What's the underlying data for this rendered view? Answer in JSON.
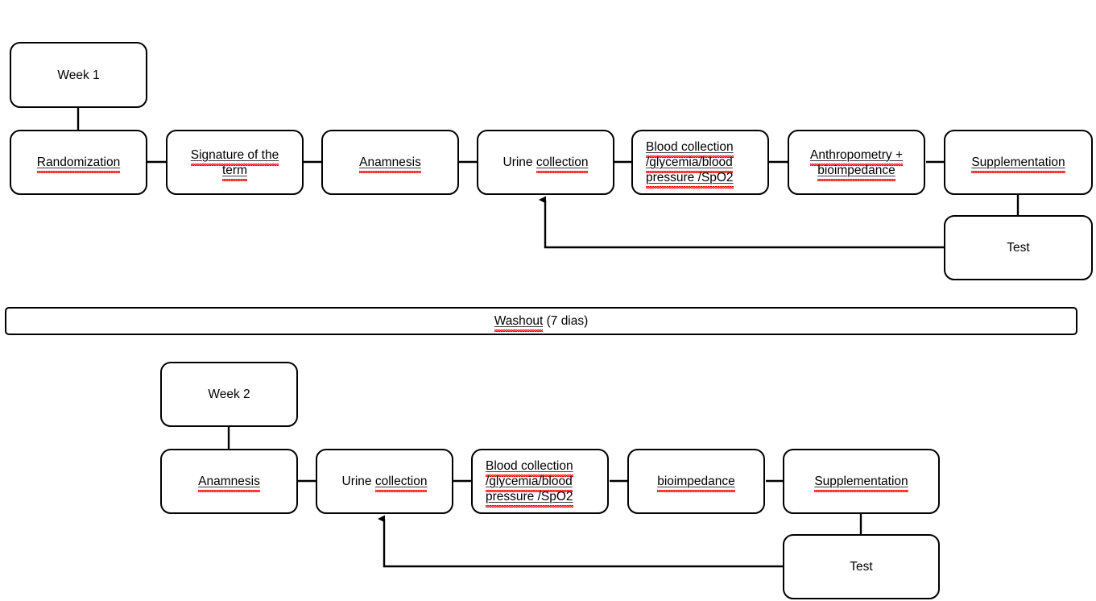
{
  "diagram": {
    "title": "Crossover study protocol flowchart",
    "type": "flowchart",
    "background_color": "#ffffff",
    "node_border_color": "#000000",
    "spellcheck_underline_color": "#ff0000"
  },
  "week1": {
    "header_label": "Week 1",
    "steps": [
      {
        "id": "randomization",
        "label": "Randomization"
      },
      {
        "id": "signature",
        "label_line1": "Signature of the",
        "label_line2": "term"
      },
      {
        "id": "anamnesis",
        "label": "Anamnesis"
      },
      {
        "id": "urine-collection",
        "label": "Urine collection"
      },
      {
        "id": "blood-collection",
        "label_line1": "Blood collection",
        "label_line2": "/glycemia/blood",
        "label_line3": "pressure /SpO2"
      },
      {
        "id": "anthropometry",
        "label_line1": "Anthropometry +",
        "label_line2": "bioimpedance"
      },
      {
        "id": "supplementation",
        "label": "Supplementation"
      }
    ],
    "test_label": "Test"
  },
  "washout": {
    "label": "Washout (7 dias)",
    "label_word_flagged": "Washout",
    "label_word_rest": " (7 dias)"
  },
  "week2": {
    "header_label": "Week 2",
    "steps": [
      {
        "id": "anamnesis",
        "label": "Anamnesis"
      },
      {
        "id": "urine-collection",
        "label": "Urine collection"
      },
      {
        "id": "blood-collection",
        "label_line1": "Blood collection",
        "label_line2": "/glycemia/blood",
        "label_line3": "pressure /SpO2"
      },
      {
        "id": "bioimpedance",
        "label": "bioimpedance"
      },
      {
        "id": "supplementation",
        "label": "Supplementation"
      }
    ],
    "test_label": "Test"
  }
}
